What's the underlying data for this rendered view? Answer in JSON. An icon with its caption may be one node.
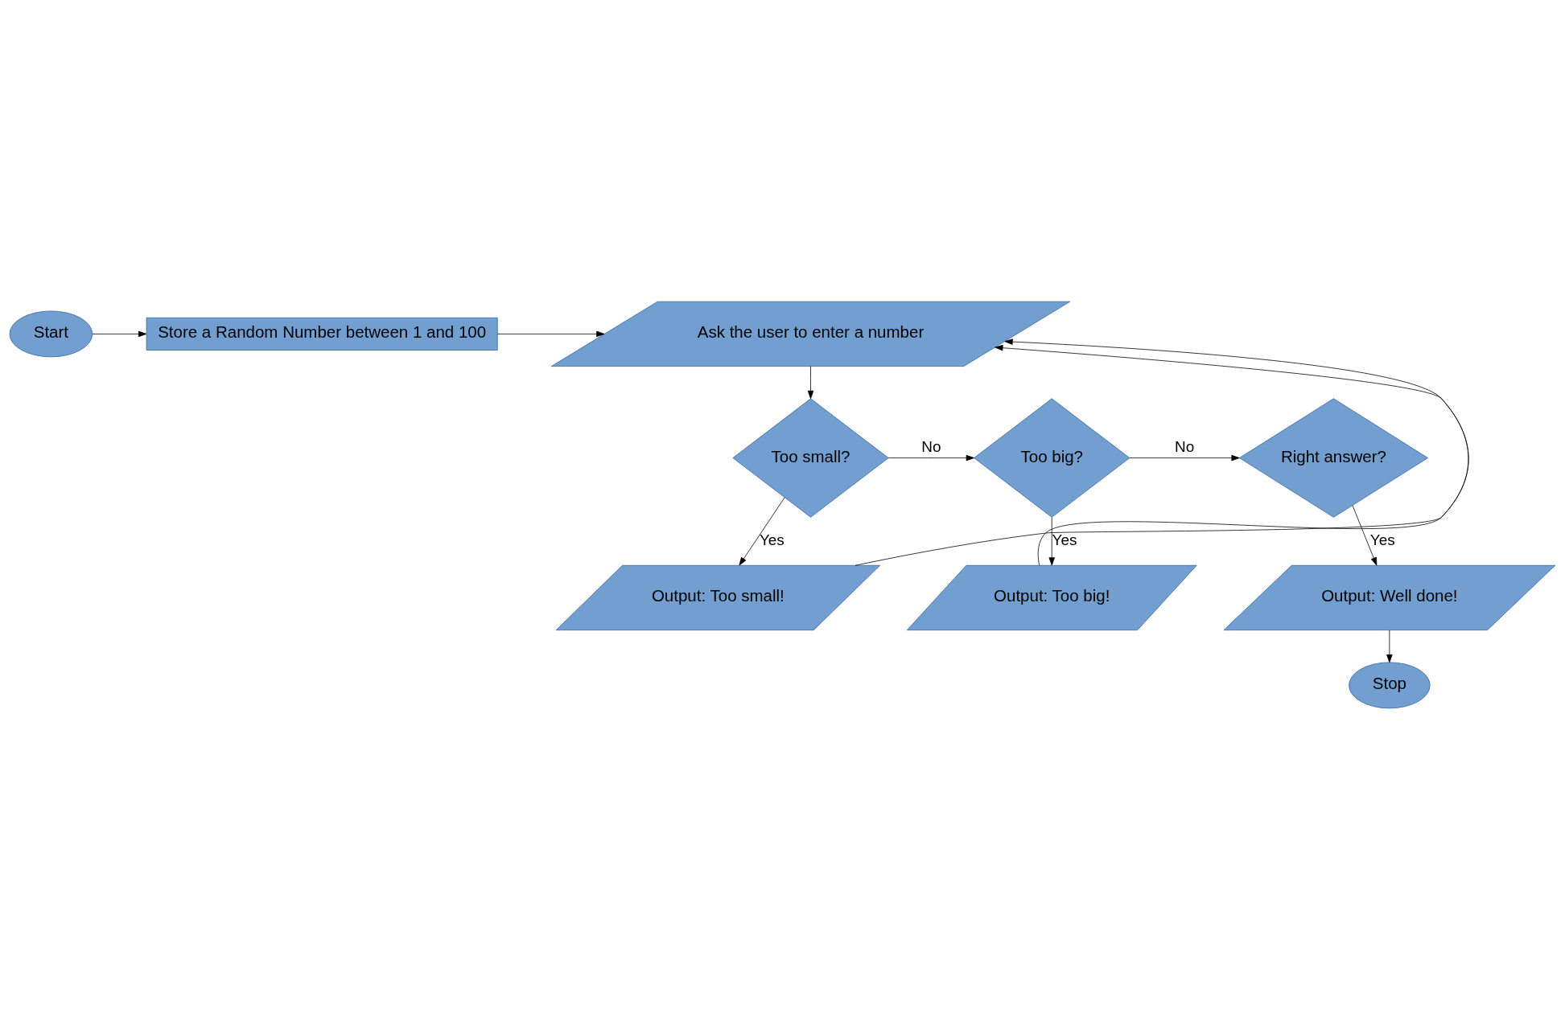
{
  "diagram": {
    "nodes": [
      {
        "text": [
          "Start"
        ]
      },
      {
        "text": [
          "Store a Random Number between 1 and 100"
        ]
      },
      {
        "text": [
          "Ask the user to enter a number"
        ]
      },
      {
        "text": [
          "Too small?"
        ]
      },
      {
        "text": [
          "Too big?"
        ]
      },
      {
        "text": [
          "Right answer?"
        ]
      },
      {
        "text": [
          "Output: Well done!"
        ]
      },
      {
        "text": [
          "Output: Too big!"
        ]
      },
      {
        "text": [
          "Output: Too small!"
        ]
      },
      {
        "text": [
          "Stop"
        ]
      }
    ],
    "edges": [
      {
        "from": 0,
        "to": 1,
        "arrow": "to"
      },
      {
        "from": 1,
        "to": 2,
        "arrow": "to"
      },
      {
        "from": 2,
        "to": 3,
        "arrow": "to"
      },
      {
        "from": 3,
        "to": 4,
        "arrow": "to",
        "label": "No"
      },
      {
        "from": 4,
        "to": 5,
        "arrow": "to",
        "label": "No"
      },
      {
        "from": 3,
        "to": 8,
        "arrow": "to",
        "label": "Yes"
      },
      {
        "from": 4,
        "to": 7,
        "arrow": "to",
        "label": "Yes"
      },
      {
        "from": 5,
        "to": 6,
        "arrow": "to",
        "label": "Yes"
      },
      {
        "from": 6,
        "to": 9,
        "arrow": "to"
      },
      {
        "from": 7,
        "to": 2,
        "arrow": "to"
      },
      {
        "from": 8,
        "to": 2,
        "arrow": "to"
      }
    ]
  }
}
